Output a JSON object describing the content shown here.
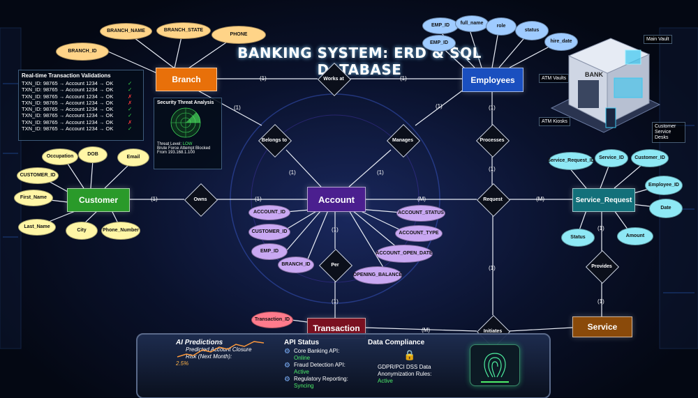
{
  "title": "BANKING SYSTEM: ERD & SQL DATABASE",
  "entities": {
    "branch": "Branch",
    "employees": "Employees",
    "customer": "Customer",
    "account": "Account",
    "service_request": "Service_Request",
    "transaction": "Transaction",
    "service": "Service"
  },
  "attributes": {
    "branch": [
      "BRANCH_NAME",
      "BRANCH_STATE",
      "PHONE",
      "BRANCH_ID"
    ],
    "employees": [
      "EMP_ID",
      "full_name",
      "role",
      "status",
      "EMP_ID",
      "hire_date"
    ],
    "customer": [
      "Occupation",
      "DOB",
      "Email",
      "CUSTOMER_ID",
      "First_Name",
      "Last_Name",
      "City",
      "Phone_Number"
    ],
    "account": [
      "ACCOUNT_ID",
      "CUSTOMER_ID",
      "EMP_ID",
      "BRANCH_ID",
      "OPENING_BALANCE",
      "ACCOUNT_STATUS",
      "ACCOUNT_TYPE",
      "ACCOUNT_OPEN_DATE"
    ],
    "service_request": [
      "Service_Request_ID",
      "Service_ID",
      "Customer_ID",
      "Employee_ID",
      "Date",
      "Status",
      "Amount"
    ],
    "transaction": [
      "Transaction_ID"
    ]
  },
  "relationships": {
    "works_at": "Works at",
    "belongs_to": "Belongs to",
    "manages": "Manages",
    "processes": "Processes",
    "owns": "Owns",
    "request": "Request",
    "per": "Per",
    "provides": "Provides",
    "initiates": "Initiates"
  },
  "cardinality": {
    "one": "(1)",
    "many": "(M)"
  },
  "validations": {
    "title": "Real-time Transaction Validations",
    "rows": [
      {
        "text": "TXN_ID: 98765 → Account 1234 → OK",
        "mark": "✓",
        "status": "ok"
      },
      {
        "text": "TXN_ID: 98765 → Account 1234 → OK",
        "mark": "✓",
        "status": "ok"
      },
      {
        "text": "TXN_ID: 98765 → Account 1234 → OK",
        "mark": "✗",
        "status": "bad"
      },
      {
        "text": "TXN_ID: 98765 → Account 1234 → OK",
        "mark": "✗",
        "status": "bad"
      },
      {
        "text": "TXN_ID: 98765 → Account 1234 → OK",
        "mark": "✓",
        "status": "ok"
      },
      {
        "text": "TXN_ID: 98765 → Account 1234 → OK",
        "mark": "✓",
        "status": "ok"
      },
      {
        "text": "TXN_ID: 98765 → Account 1234 → OK",
        "mark": "✗",
        "status": "bad"
      },
      {
        "text": "TXN_ID: 98765 → Account 1234 → OK",
        "mark": "✓",
        "status": "ok"
      }
    ]
  },
  "threat": {
    "title": "Security Threat Analysis",
    "level_label": "Threat Level:",
    "level_value": "LOW",
    "line2": "Brute Force Attempt Blocked",
    "line3": "From 193.168.1.100"
  },
  "bank_labels": {
    "main_vault": "Main Vault",
    "atm_vaults": "ATM Vaults",
    "atm_kiosks": "ATM Kiosks",
    "service_desks": "Customer Service Desks",
    "sign": "BANK"
  },
  "dashboard": {
    "ai": {
      "title": "AI Predictions",
      "line1": "Predicted Account Closure",
      "line2": "Risk (Next Month):",
      "value": "2.5%"
    },
    "api": {
      "title": "API Status",
      "items": [
        {
          "label": "Core Banking API:",
          "status": "Online"
        },
        {
          "label": "Fraud Detection API:",
          "status": "Active"
        },
        {
          "label": "Regulatory Reporting:",
          "status": "Syncing"
        }
      ]
    },
    "compliance": {
      "title": "Data Compliance",
      "line1": "GDPR/PCI DSS Data",
      "line2": "Anonymization Rules:",
      "status": "Active"
    }
  },
  "icons": [
    "check-icon",
    "cross-icon",
    "radar-icon",
    "gear-icon",
    "lock-icon",
    "fingerprint-icon",
    "bank-building-icon"
  ],
  "colors": {
    "branch": "#e8700a",
    "employees": "#1a4fbf",
    "customer": "#2a9a2a",
    "account": "#4b1f8f",
    "service_request": "#13707a",
    "transaction": "#7a1020",
    "service": "#8a4a0a",
    "ok": "#38e04a",
    "bad": "#ff3b3b"
  }
}
